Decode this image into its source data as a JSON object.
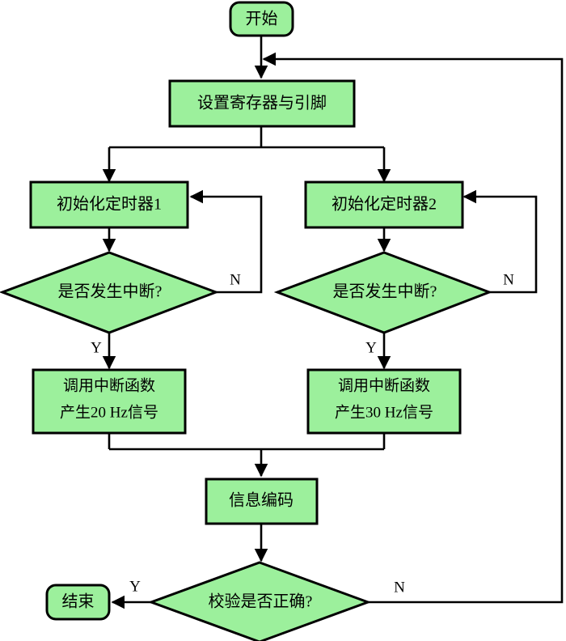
{
  "diagram": {
    "title": "",
    "colors": {
      "node_fill": "#9cf09c",
      "stroke": "#000000",
      "background": "#ffffff",
      "text": "#000000"
    },
    "nodes": {
      "start": {
        "label": "开始",
        "shape": "rounded-terminator"
      },
      "setup": {
        "label": "设置寄存器与引脚",
        "shape": "process"
      },
      "init_timer1": {
        "label": "初始化定时器1",
        "shape": "process"
      },
      "init_timer2": {
        "label": "初始化定时器2",
        "shape": "process"
      },
      "interrupt_check_1": {
        "label": "是否发生中断?",
        "shape": "decision"
      },
      "interrupt_check_2": {
        "label": "是否发生中断?",
        "shape": "decision"
      },
      "isr_20hz": {
        "label_line1": "调用中断函数",
        "label_line2": "产生20 Hz信号",
        "shape": "process"
      },
      "isr_30hz": {
        "label_line1": "调用中断函数",
        "label_line2": "产生30 Hz信号",
        "shape": "process"
      },
      "encode": {
        "label": "信息编码",
        "shape": "process"
      },
      "verify_check": {
        "label": "校验是否正确?",
        "shape": "decision"
      },
      "end": {
        "label": "结束",
        "shape": "rounded-terminator"
      }
    },
    "branch_labels": {
      "timer1_no": "N",
      "timer1_yes": "Y",
      "timer2_no": "N",
      "timer2_yes": "Y",
      "verify_yes": "Y",
      "verify_no": "N"
    }
  }
}
